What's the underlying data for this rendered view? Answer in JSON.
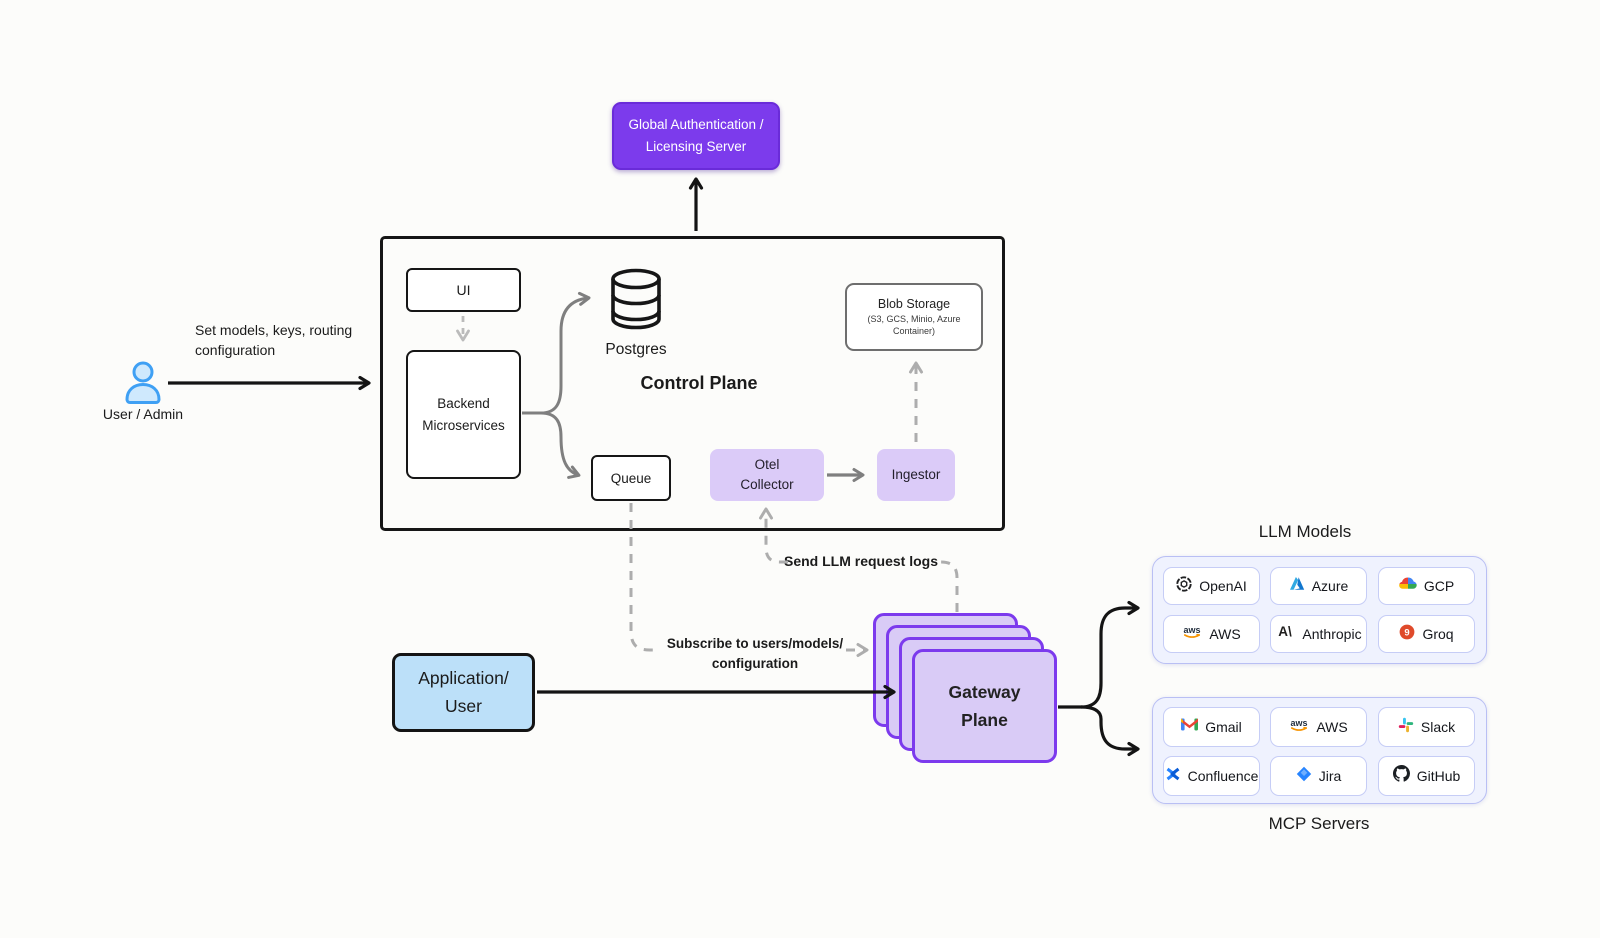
{
  "palette": {
    "purple": "#7C3BEC",
    "gateway_border": "#7C3AED",
    "lilac_fill": "#DBCBF8",
    "gateway_fill": "#D9CBF6",
    "app_blue_fill": "#BCE0F9",
    "panel_fill": "#EFF2FE",
    "panel_border": "#B9BFF4",
    "black": "#141414",
    "gray_arrow": "#7F7F7F",
    "dashed_gray": "#ADADAD",
    "user_icon_blue": "#3FA0F4"
  },
  "global_auth": {
    "line1": "Global Authentication /",
    "line2": "Licensing Server"
  },
  "control_plane": {
    "title": "Control Plane",
    "ui_label": "UI",
    "backend_line1": "Backend",
    "backend_line2": "Microservices",
    "postgres_label": "Postgres",
    "queue_label": "Queue",
    "otel_line1": "Otel",
    "otel_line2": "Collector",
    "ingestor_label": "Ingestor",
    "blob_title": "Blob Storage",
    "blob_sub_line1": "(S3, GCS, Minio, Azure",
    "blob_sub_line2": "Container)"
  },
  "user_admin": {
    "label": "User / Admin",
    "edge_line1": "Set models, keys, routing",
    "edge_line2": "configuration"
  },
  "application": {
    "line1": "Application/",
    "line2": "User"
  },
  "gateway": {
    "line1": "Gateway",
    "line2": "Plane"
  },
  "edges": {
    "send_logs": "Send LLM request logs",
    "subscribe_line1": "Subscribe to users/models/",
    "subscribe_line2": "configuration"
  },
  "llm_models": {
    "title": "LLM Models",
    "items": [
      {
        "label": "OpenAI",
        "icon": "openai-icon"
      },
      {
        "label": "Azure",
        "icon": "azure-icon"
      },
      {
        "label": "GCP",
        "icon": "gcp-icon"
      },
      {
        "label": "AWS",
        "icon": "aws-icon"
      },
      {
        "label": "Anthropic",
        "icon": "anthropic-icon"
      },
      {
        "label": "Groq",
        "icon": "groq-icon"
      }
    ]
  },
  "mcp_servers": {
    "title": "MCP Servers",
    "items": [
      {
        "label": "Gmail",
        "icon": "gmail-icon"
      },
      {
        "label": "AWS",
        "icon": "aws-icon"
      },
      {
        "label": "Slack",
        "icon": "slack-icon"
      },
      {
        "label": "Confluence",
        "icon": "confluence-icon"
      },
      {
        "label": "Jira",
        "icon": "jira-icon"
      },
      {
        "label": "GitHub",
        "icon": "github-icon"
      }
    ]
  }
}
